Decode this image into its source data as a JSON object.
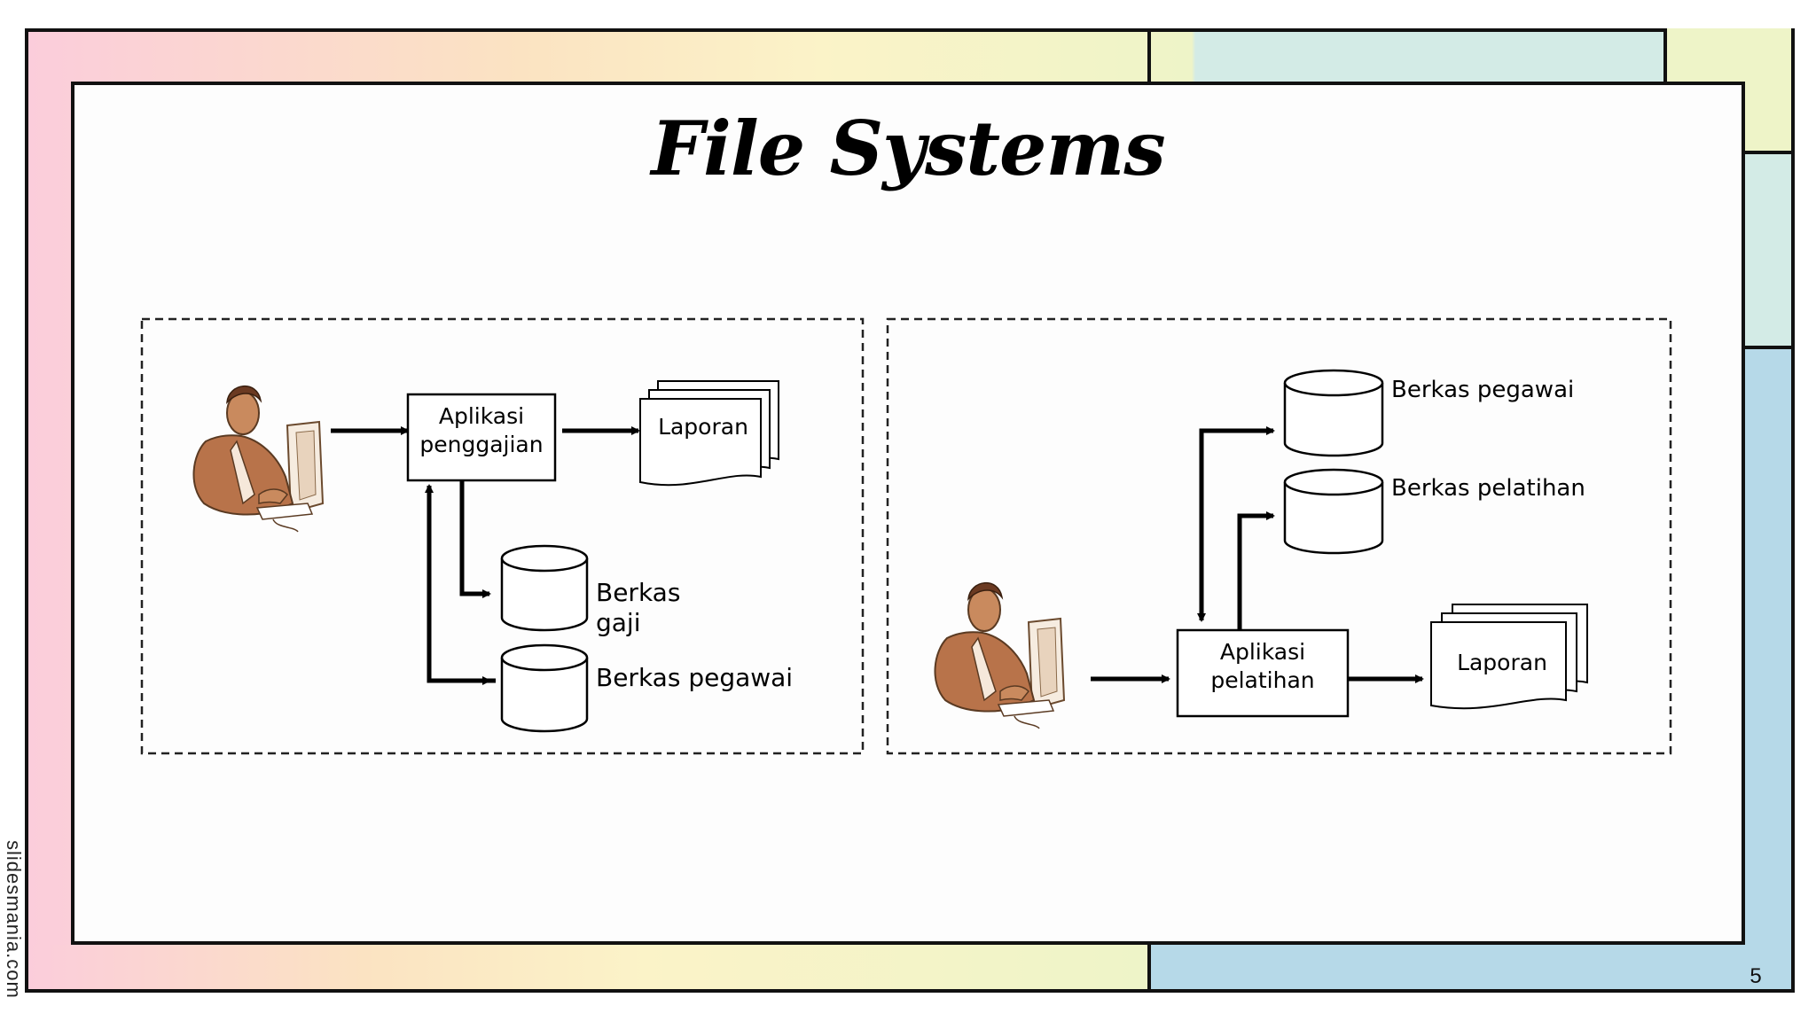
{
  "slide": {
    "title": "File Systems",
    "page_number": "5",
    "watermark": "slidesmania.com"
  },
  "diagram_left": {
    "app_box": [
      "Aplikasi",
      "penggajian"
    ],
    "report": "Laporan",
    "db1": [
      "Berkas",
      "gaji"
    ],
    "db2": "Berkas pegawai"
  },
  "diagram_right": {
    "db1": "Berkas pegawai",
    "db2": "Berkas pelatihan",
    "app_box": [
      "Aplikasi",
      "pelatihan"
    ],
    "report": "Laporan"
  },
  "colors": {
    "pink": "#fbcddb",
    "yellow": "#fbf3c8",
    "mint": "#d3ebe6",
    "blue": "#b6d9e8",
    "lime": "#eef4c8",
    "skin": "#b8734a"
  }
}
